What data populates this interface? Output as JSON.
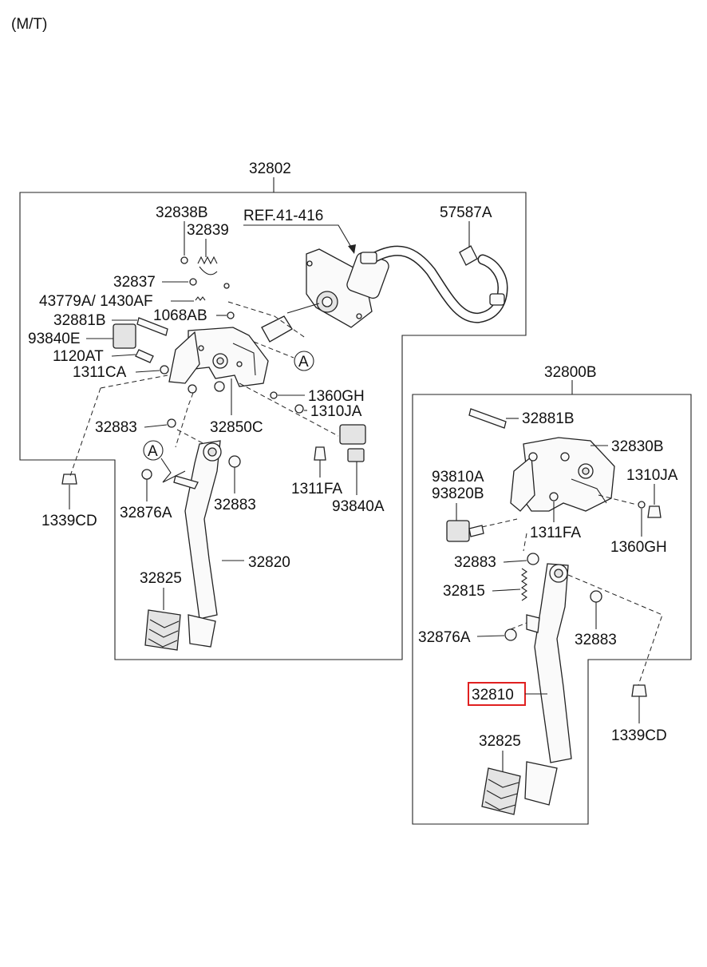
{
  "header": {
    "variant": "(M/T)"
  },
  "assembly_left": {
    "title": "32802",
    "labels": {
      "l32838B": "32838B",
      "l32839": "32839",
      "lref": "REF.41-416",
      "l57587A": "57587A",
      "l32837": "32837",
      "l43779A": "43779A/ 1430AF",
      "l32881B": "32881B",
      "l1068AB": "1068AB",
      "l93840E": "93840E",
      "l1120AT": "1120AT",
      "l1311CA": "1311CA",
      "l1360GH": "1360GH",
      "l1310JA": "1310JA",
      "l32883a": "32883",
      "l32850C": "32850C",
      "l1339CD": "1339CD",
      "l32876A": "32876A",
      "l32883b": "32883",
      "l1311FA": "1311FA",
      "l93840A": "93840A",
      "l32820": "32820",
      "l32825": "32825",
      "circleA1": "A",
      "circleA2": "A"
    }
  },
  "assembly_right": {
    "title": "32800B",
    "labels": {
      "r32881B": "32881B",
      "r32830B": "32830B",
      "r93810A": "93810A",
      "r93820B": "93820B",
      "r1310JA": "1310JA",
      "r1311FA": "1311FA",
      "r1360GH": "1360GH",
      "r32883a": "32883",
      "r32815": "32815",
      "r32876A": "32876A",
      "r32883b": "32883",
      "r32810": "32810",
      "r1339CD": "1339CD",
      "r32825": "32825"
    },
    "highlighted_part": "32810",
    "highlight_color": "#e02020"
  }
}
